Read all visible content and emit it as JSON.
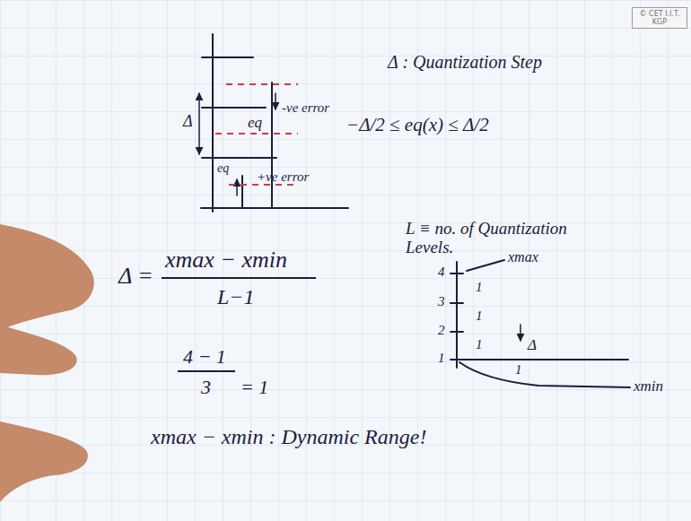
{
  "diagram": {
    "nodes": [
      {
        "text": [
          "© CET I.I.T. KGP"
        ]
      }
    ],
    "labels": [
      "-ve error",
      "eq",
      "Δ",
      "eq",
      "+ve error",
      "Δ : Quantization Step",
      "−Δ/2 ≤ eq(x) ≤ Δ/2",
      "L ≡ no. of Quantization Levels.",
      "Δ =",
      "xmax − xmin",
      "L−1",
      "4 − 1",
      "3",
      "= 1",
      "4",
      "3",
      "2",
      "1",
      "xmax",
      "1",
      "1",
      "1",
      "Δ",
      "1",
      "xmin",
      "xmax − xmin : Dynamic Range!"
    ]
  }
}
